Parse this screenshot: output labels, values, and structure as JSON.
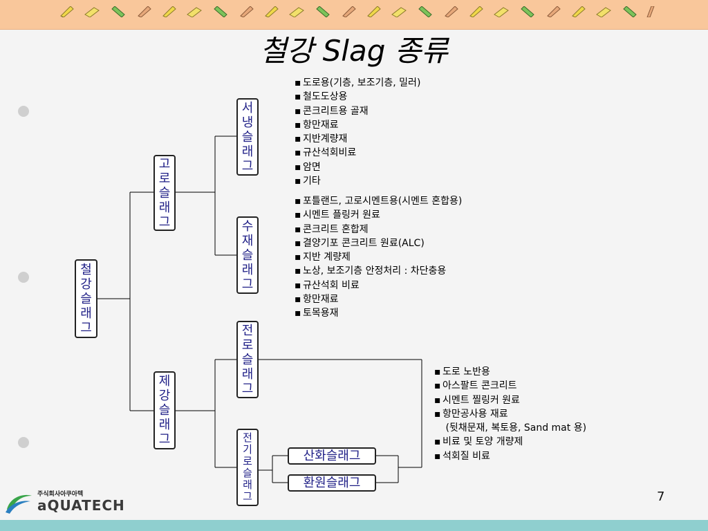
{
  "title": "철강 Slag 종류",
  "page_number": "7",
  "logo": {
    "sub": "주식회사아쿠아텍",
    "main": "aQUATECH"
  },
  "colors": {
    "top_band": "#f9c79b",
    "bottom_band": "#8fcfcf",
    "node_text": "#1e1e86"
  },
  "nodes": {
    "root": "철강슬래그",
    "blast_furnace": "고로슬래그",
    "steel": "제강슬래그",
    "air_cooled": "서냉슬래그",
    "water_cooled": "수재슬래그",
    "converter": "전로슬래그",
    "electric": "전기로슬래그",
    "oxidizing": "산화슬래그",
    "reducing": "환원슬래그"
  },
  "lists": {
    "air_cooled": [
      "도로용(기층, 보조기층, 밀러)",
      "철도도상용",
      "콘크리트용 골재",
      "항만재료",
      "지반계량재",
      "규산석회비료",
      "암면",
      "기타"
    ],
    "water_cooled": [
      "포틀랜드, 고로시멘트용(시멘트 혼합용)",
      "시멘트 플링커 원료",
      "콘크리트 혼합제",
      "결양기포 콘크리트 원료(ALC)",
      "지반 계량제",
      "노상, 보조기층 안정처리 : 차단충용",
      "규산석회 비료",
      "항만재료",
      "토목용재"
    ],
    "steel": [
      "도로 노반용",
      "아스팔트 콘크리트",
      "시멘트 찔링커 원료",
      "항만공사용 재료",
      " (뒷채문재, 복토용, Sand mat 용)",
      "비료 및 토양 개량제",
      "석회질 비료"
    ]
  }
}
